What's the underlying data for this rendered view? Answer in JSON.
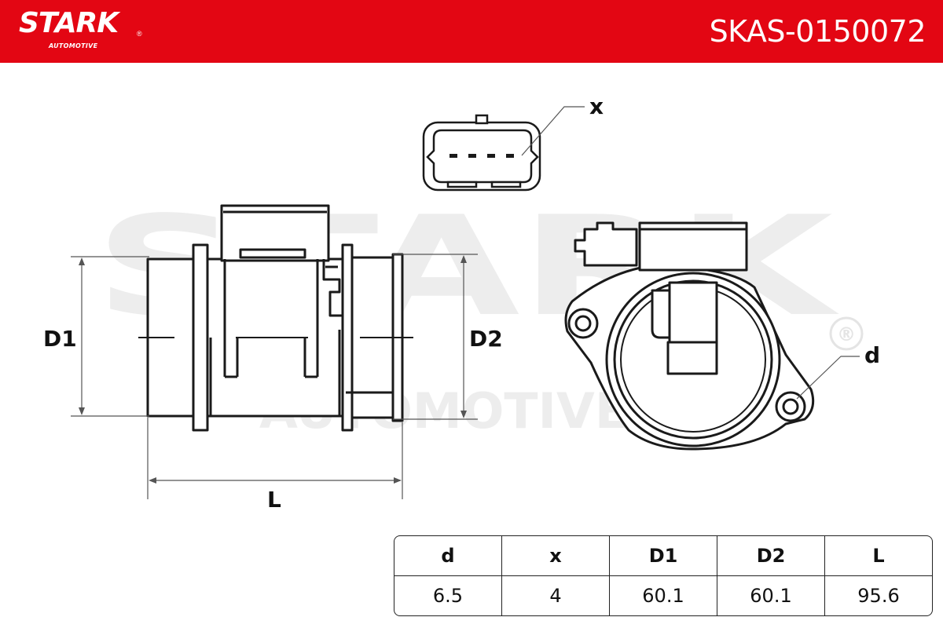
{
  "brand": {
    "name": "STARK",
    "tagline": "AUTOMOTIVE",
    "registered": "®"
  },
  "part_number": "SKAS-0150072",
  "watermark": {
    "line1": "STARK",
    "line2": "AUTOMOTIVE",
    "registered": "®"
  },
  "drawing": {
    "labels": {
      "d1": "D1",
      "d2": "D2",
      "l": "L",
      "x": "x",
      "d": "d"
    },
    "connector_pins": 4
  },
  "spec_table": {
    "headers": [
      "d",
      "x",
      "D1",
      "D2",
      "L"
    ],
    "values": [
      "6.5",
      "4",
      "60.1",
      "60.1",
      "95.6"
    ]
  },
  "colors": {
    "brand_red": "#e30613",
    "line": "#1a1a1a",
    "watermark": "#ededed"
  }
}
